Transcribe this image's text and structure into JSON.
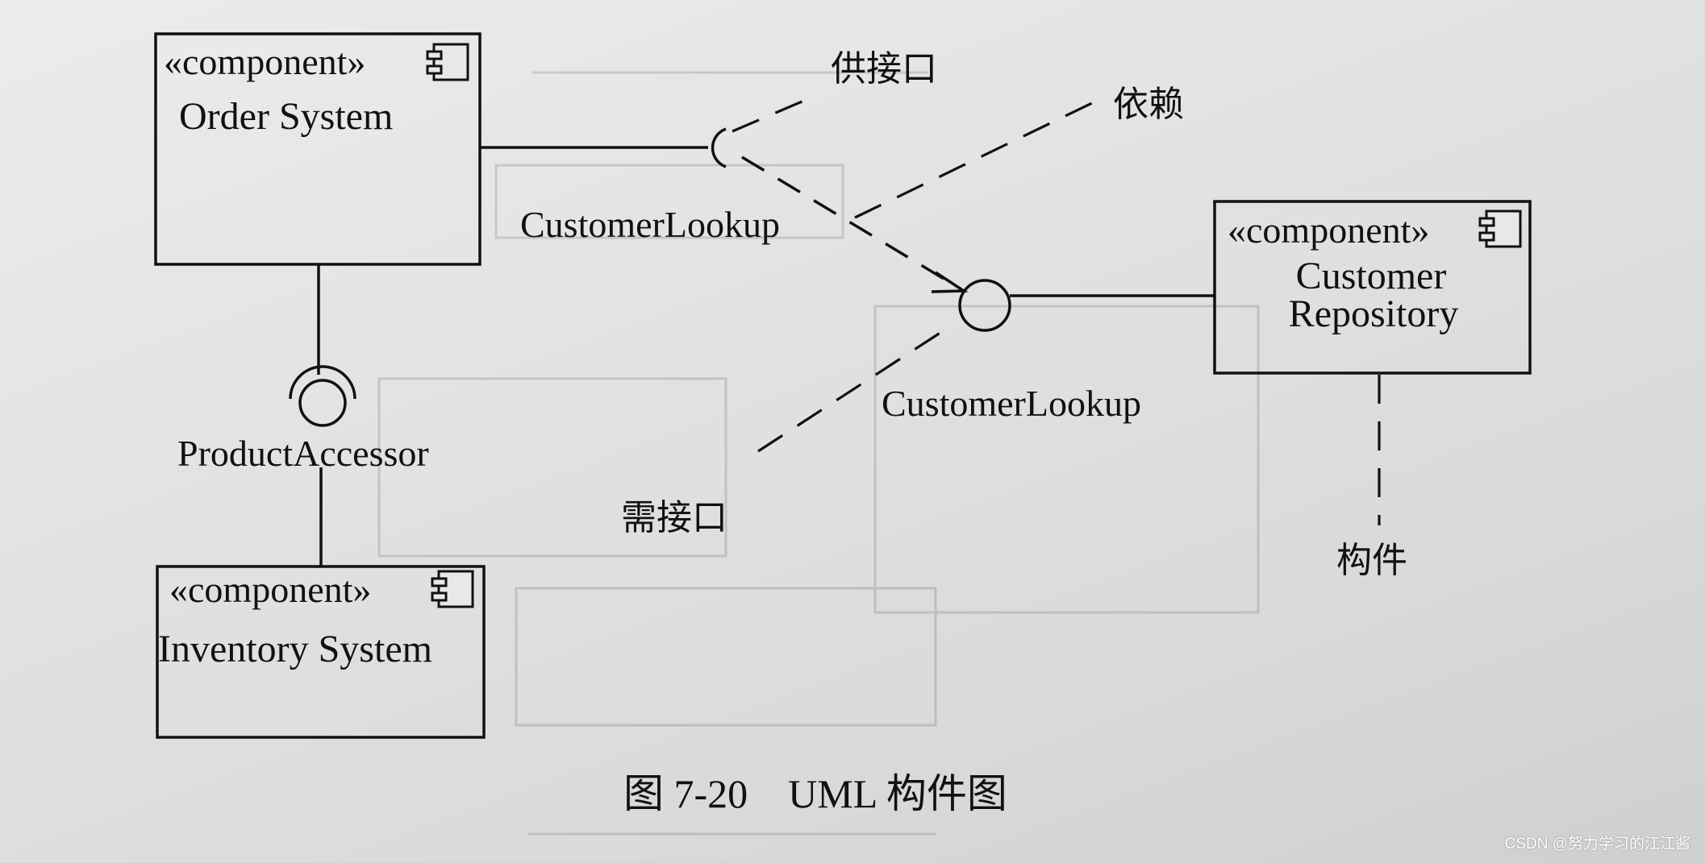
{
  "components": {
    "order_system": {
      "stereotype": "«component»",
      "name_lines": [
        "Order System"
      ]
    },
    "inventory_system": {
      "stereotype": "«component»",
      "name_lines": [
        "Inventory System"
      ]
    },
    "customer_repository": {
      "stereotype": "«component»",
      "name_lines": [
        "Customer",
        "Repository"
      ]
    }
  },
  "interfaces": {
    "customer_lookup_required": "CustomerLookup",
    "customer_lookup_provided": "CustomerLookup",
    "product_accessor": "ProductAccessor"
  },
  "annotations": {
    "provided_interface": "供接口",
    "dependency": "依赖",
    "required_interface": "需接口",
    "component": "构件"
  },
  "caption": "图 7-20    UML 构件图",
  "watermark": "CSDN @努力学习的江江酱",
  "colors": {
    "ink": "#111111",
    "paper": "#e4e4e4"
  }
}
